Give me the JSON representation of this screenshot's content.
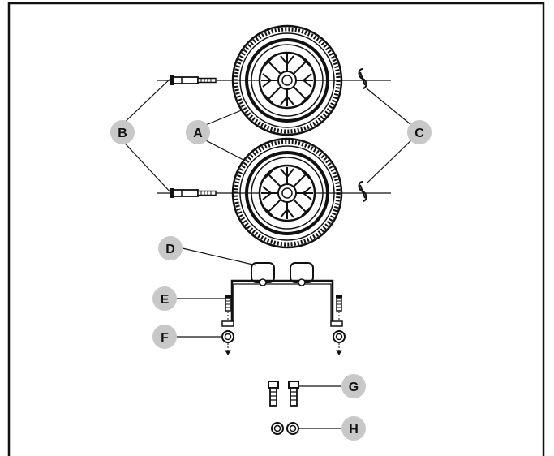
{
  "colors": {
    "frame": "#111111",
    "line": "#111111",
    "callout_fill": "#c8c8c8",
    "callout_text": "#111111",
    "background": "#ffffff"
  },
  "callouts": {
    "A": "A",
    "B": "B",
    "C": "C",
    "D": "D",
    "E": "E",
    "F": "F",
    "G": "G",
    "H": "H"
  }
}
